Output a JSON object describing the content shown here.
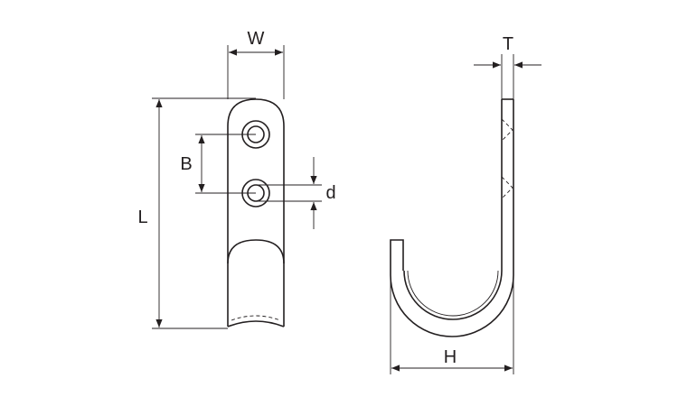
{
  "labels": {
    "W": "W",
    "L": "L",
    "B": "B",
    "d": "d",
    "T": "T",
    "H": "H"
  },
  "colors": {
    "line": "#231f20",
    "background": "#ffffff"
  }
}
